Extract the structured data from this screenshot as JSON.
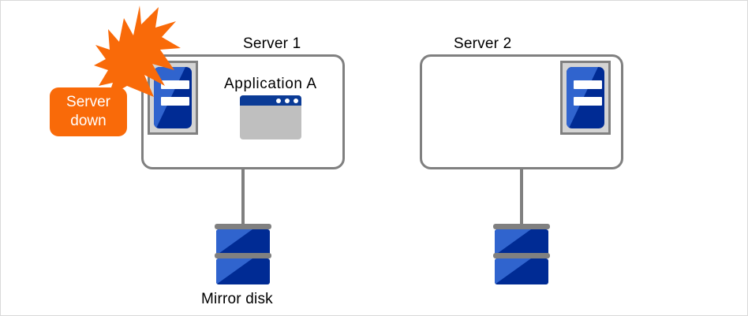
{
  "diagram": {
    "title_hidden": "",
    "background_color": "#ffffff",
    "border_color": "#d9d9d9"
  },
  "alert": {
    "badge_label_line1": "Server",
    "badge_label_line2": "down",
    "badge_color": "#f96a09",
    "badge_text_color": "#ffffff",
    "burst_icon": "lightning-burst-icon",
    "burst_color": "#f96a09"
  },
  "servers": [
    {
      "title": "Server 1",
      "icon_name": "server-device-icon",
      "icon_position": "top-left",
      "app": {
        "label": "Application A",
        "icon_name": "application-window-icon",
        "titlebar_color": "#0b3b96",
        "body_color": "#bfbfbf"
      }
    },
    {
      "title": "Server 2",
      "icon_name": "server-device-icon",
      "icon_position": "top-right",
      "app": null
    }
  ],
  "storage": {
    "label": "Mirror disk",
    "disk_color": "#002b94",
    "disk_highlight_color": "#3064ce",
    "platter_color": "#808080",
    "disks": [
      {
        "name": "mirror-disk-left"
      },
      {
        "name": "mirror-disk-right"
      }
    ]
  },
  "colors": {
    "enclosure_border": "#808080",
    "connector": "#808080",
    "text": "#000000"
  }
}
